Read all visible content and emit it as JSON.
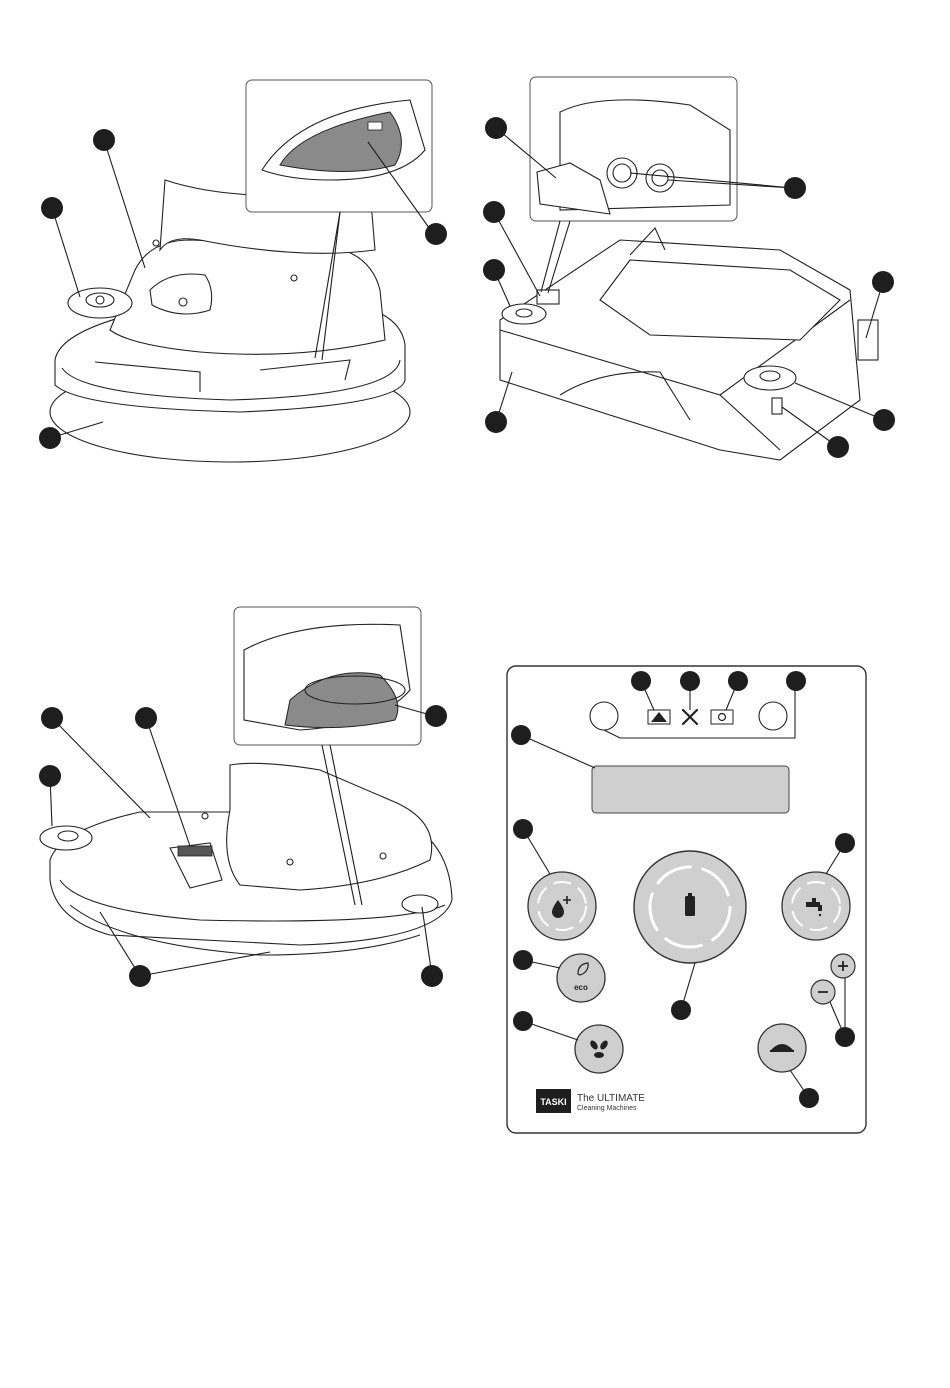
{
  "panel": {
    "logo_brand": "TASKI",
    "tagline_line1": "The ULTIMATE",
    "tagline_line2": "Cleaning Machines",
    "eco_label": "eco"
  },
  "colors": {
    "callout": "#1e1e1e",
    "line": "#222222",
    "panel_button": "#cfcfcf",
    "display": "#cfcfcf",
    "logo_bg": "#1e1e1e",
    "shaded_part": "#8a8a8a"
  },
  "icons": [
    "warning-icon",
    "tools-icon",
    "battery-charge-icon",
    "water-drop-plus-icon",
    "faucet-icon",
    "battery-icon",
    "leaf-eco-icon",
    "fan-icon",
    "brush-icon",
    "plus-icon",
    "minus-icon"
  ]
}
